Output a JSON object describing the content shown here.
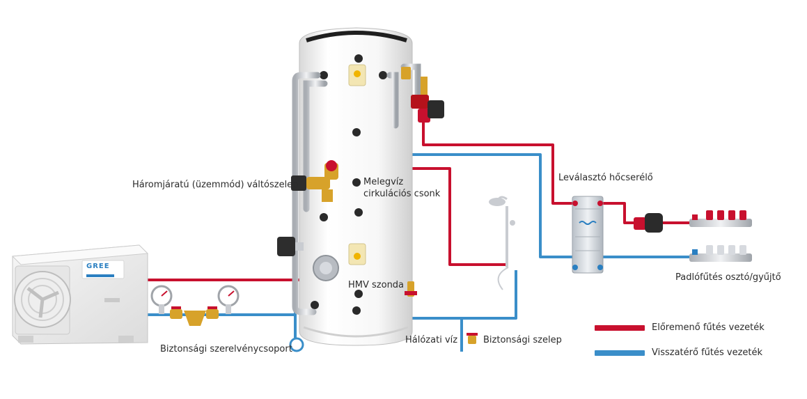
{
  "labels": {
    "valve_3way": "Háromjáratú (üzemmód) váltószelep",
    "hot_water_circ_line1": "Melegvíz",
    "hot_water_circ_line2": "cirkulációs csonk",
    "heat_exchanger": "Leválasztó hőcserélő",
    "floor_manifold": "Padlófűtés osztó/gyűjtő",
    "dhw_probe": "HMV szonda",
    "safety_group": "Biztonsági szerelvénycsoport",
    "mains_water": "Hálózati víz",
    "safety_valve": "Biztonsági szelep"
  },
  "legend": [
    {
      "label": "Előremenő fűtés vezeték",
      "color": "#c8102e"
    },
    {
      "label": "Visszatérő fűtés vezeték",
      "color": "#3a8ec9"
    }
  ],
  "brand": {
    "outdoor_unit_logo": "GREE"
  },
  "colors": {
    "supply": "#c8102e",
    "return": "#3a8ec9",
    "metal": "#c9ccd1",
    "tank": "#f4f4f4"
  }
}
